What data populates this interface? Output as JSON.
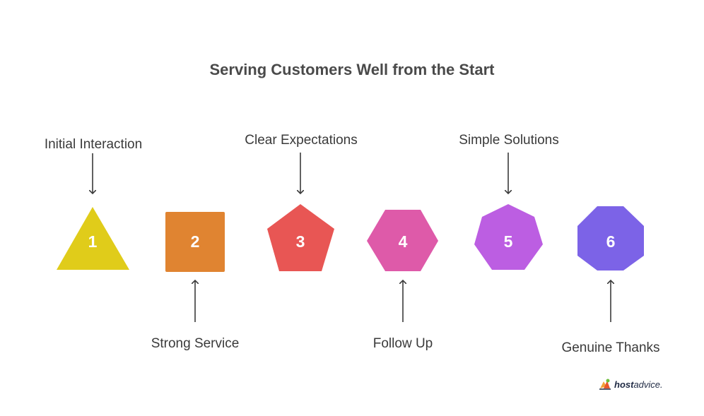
{
  "title": "Serving Customers Well from the Start",
  "steps": [
    {
      "number": "1",
      "label": "Initial Interaction",
      "color": "#e0cc1a",
      "shape": "triangle",
      "label_position": "top"
    },
    {
      "number": "2",
      "label": "Strong Service",
      "color": "#e08431",
      "shape": "square",
      "label_position": "bottom"
    },
    {
      "number": "3",
      "label": "Clear Expectations",
      "color": "#e85654",
      "shape": "pentagon",
      "label_position": "top"
    },
    {
      "number": "4",
      "label": "Follow Up",
      "color": "#de5aa9",
      "shape": "hexagon",
      "label_position": "bottom"
    },
    {
      "number": "5",
      "label": "Simple Solutions",
      "color": "#bc5ee2",
      "shape": "heptagon",
      "label_position": "top"
    },
    {
      "number": "6",
      "label": "Genuine Thanks",
      "color": "#7c63e7",
      "shape": "octagon",
      "label_position": "bottom"
    }
  ],
  "brand": {
    "host": "host",
    "advice": "advice."
  }
}
